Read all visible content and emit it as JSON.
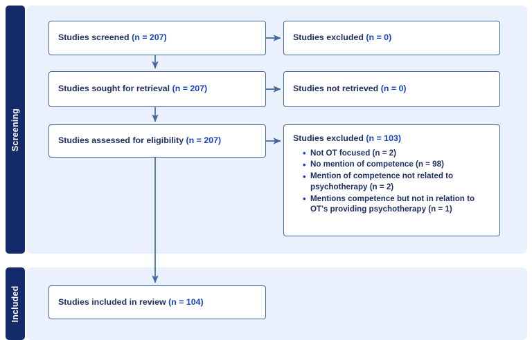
{
  "diagram": {
    "type": "prisma-flow-diagram",
    "colors": {
      "stage_bar": "#132a6b",
      "panel_background": "#eaf1fd",
      "box_border": "#41689c",
      "box_background": "#ffffff",
      "label_text": "#1f2f63",
      "count_text": "#1642c4",
      "arrow": "#41689c"
    },
    "stages": [
      {
        "id": "screening",
        "label": "Screening"
      },
      {
        "id": "included",
        "label": "Included"
      }
    ],
    "boxes": {
      "screened": {
        "label": "Studies screened ",
        "count": "(n = 207)"
      },
      "excluded_screened": {
        "label": "Studies excluded ",
        "count": "(n = 0)"
      },
      "sought": {
        "label": "Studies sought for retrieval ",
        "count": "(n = 207)"
      },
      "not_retrieved": {
        "label": "Studies not retrieved ",
        "count": "(n = 0)"
      },
      "assessed": {
        "label": "Studies assessed for eligibility ",
        "count": "(n = 207)"
      },
      "excluded_reasons": {
        "label": "Studies excluded ",
        "count": "(n = 103)",
        "reasons": [
          "Not OT focused (n = 2)",
          "No mention of competence (n = 98)",
          "Mention of competence not related to psychotherapy (n = 2)",
          "Mentions competence but not in relation to OT's providing psychotherapy (n = 1)"
        ]
      },
      "included": {
        "label": "Studies included in review ",
        "count": "(n = 104)"
      }
    },
    "connectors": [
      {
        "id": "screened-to-sought",
        "from": "screened",
        "to": "sought",
        "direction": "down"
      },
      {
        "id": "screened-to-excluded",
        "from": "screened",
        "to": "excluded_screened",
        "direction": "right"
      },
      {
        "id": "sought-to-assessed",
        "from": "sought",
        "to": "assessed",
        "direction": "down"
      },
      {
        "id": "sought-to-not-retrieved",
        "from": "sought",
        "to": "not_retrieved",
        "direction": "right"
      },
      {
        "id": "assessed-to-included",
        "from": "assessed",
        "to": "included",
        "direction": "down"
      },
      {
        "id": "assessed-to-excluded-reasons",
        "from": "assessed",
        "to": "excluded_reasons",
        "direction": "right"
      }
    ]
  }
}
